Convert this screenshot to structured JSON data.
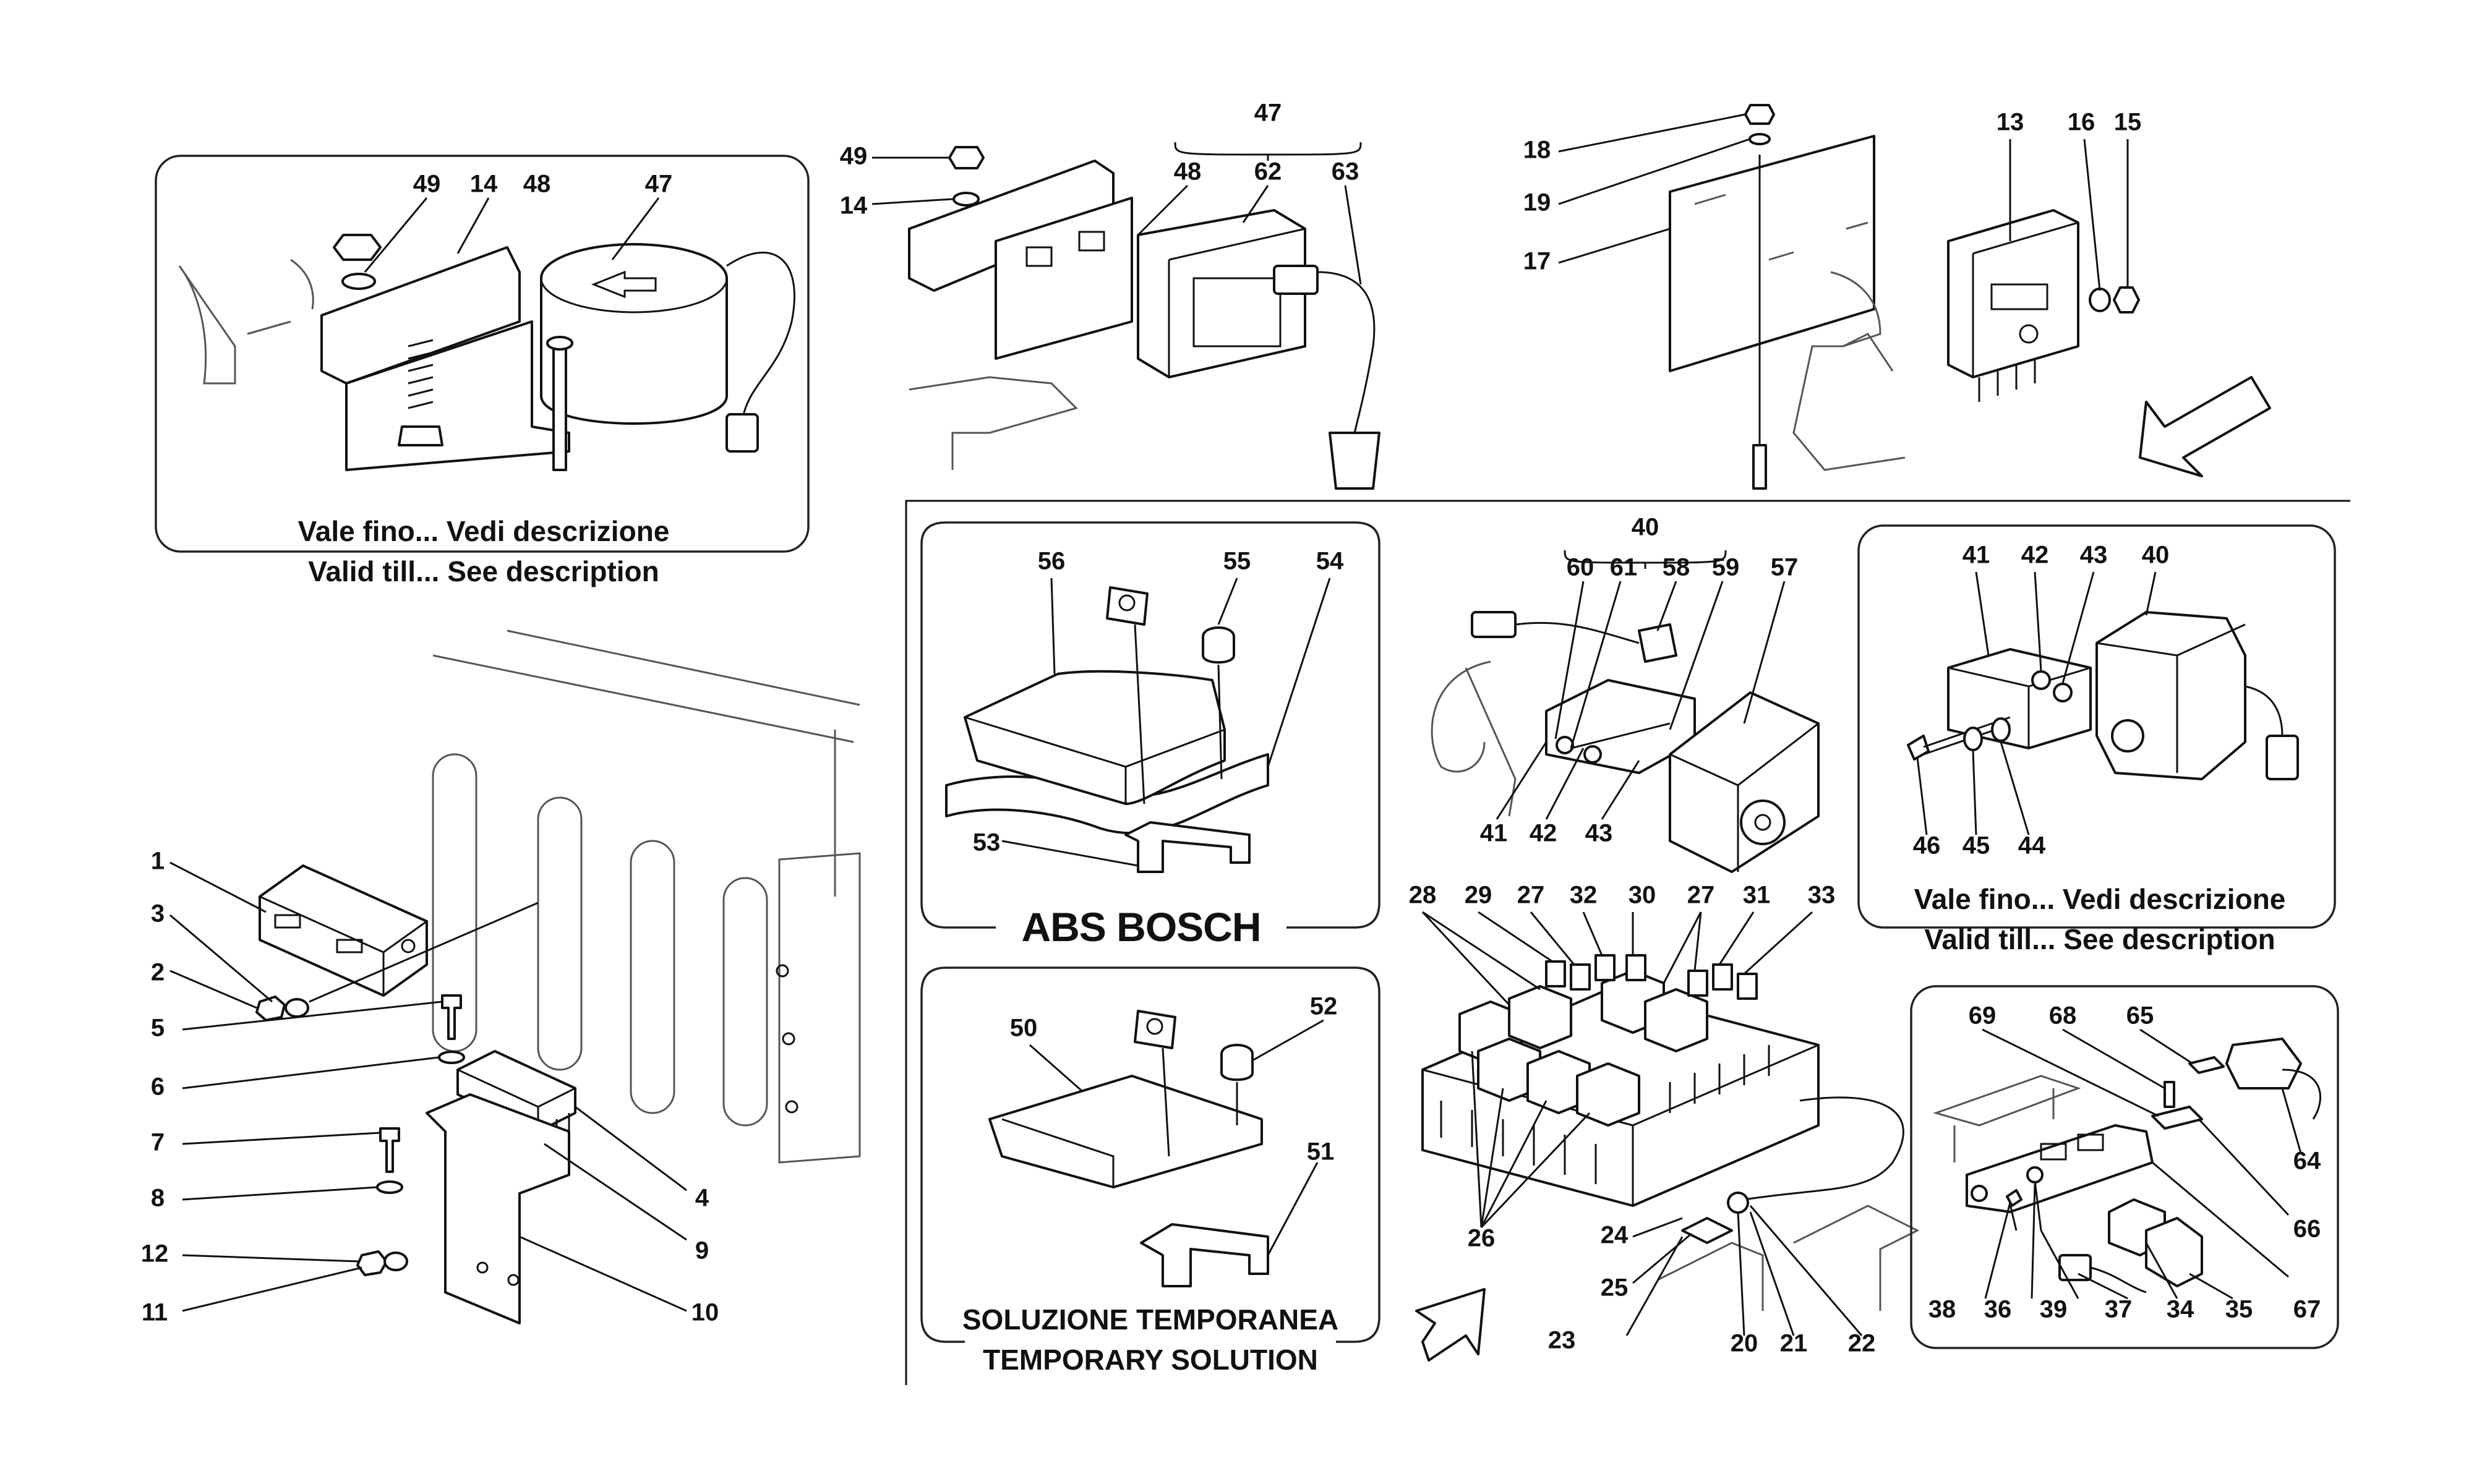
{
  "diagram": {
    "panels": {
      "top_left": {
        "caption_it": "Vale fino... Vedi descrizione",
        "caption_en": "Valid till... See description"
      },
      "abs": {
        "caption": "ABS BOSCH"
      },
      "temporary": {
        "caption_it": "SOLUZIONE TEMPORANEA",
        "caption_en": "TEMPORARY SOLUTION"
      },
      "right_middle": {
        "caption_it": "Vale fino... Vedi descrizione",
        "caption_en": "Valid till... See description"
      }
    },
    "callouts": {
      "tl_49": "49",
      "tl_14": "14",
      "tl_48": "48",
      "tl_47": "47",
      "tc_47": "47",
      "tc_49": "49",
      "tc_14": "14",
      "tc_48": "48",
      "tc_62": "62",
      "tc_63": "63",
      "tr_18": "18",
      "tr_19": "19",
      "tr_17": "17",
      "tr_13": "13",
      "tr_16": "16",
      "tr_15": "15",
      "l_1": "1",
      "l_3": "3",
      "l_2": "2",
      "l_5": "5",
      "l_6": "6",
      "l_7": "7",
      "l_8": "8",
      "l_4": "4",
      "l_9": "9",
      "l_12": "12",
      "l_11": "11",
      "l_10": "10",
      "abs_56": "56",
      "abs_55": "55",
      "abs_54": "54",
      "abs_53": "53",
      "tmp_50": "50",
      "tmp_52": "52",
      "tmp_51": "51",
      "c_40": "40",
      "c_60": "60",
      "c_61": "61",
      "c_58": "58",
      "c_59": "59",
      "c_57": "57",
      "c_41": "41",
      "c_42": "42",
      "c_43": "43",
      "rm_41": "41",
      "rm_42": "42",
      "rm_43": "43",
      "rm_40": "40",
      "rm_46": "46",
      "rm_45": "45",
      "rm_44": "44",
      "fb_28": "28",
      "fb_29": "29",
      "fb_27a": "27",
      "fb_32": "32",
      "fb_30": "30",
      "fb_27b": "27",
      "fb_31": "31",
      "fb_33": "33",
      "fb_26": "26",
      "fb_24": "24",
      "fb_25": "25",
      "fb_23": "23",
      "fb_20": "20",
      "fb_21": "21",
      "fb_22": "22",
      "br_69": "69",
      "br_68": "68",
      "br_65": "65",
      "br_64": "64",
      "br_66": "66",
      "br_67": "67",
      "br_38": "38",
      "br_36": "36",
      "br_39": "39",
      "br_37": "37",
      "br_34": "34",
      "br_35": "35"
    }
  }
}
